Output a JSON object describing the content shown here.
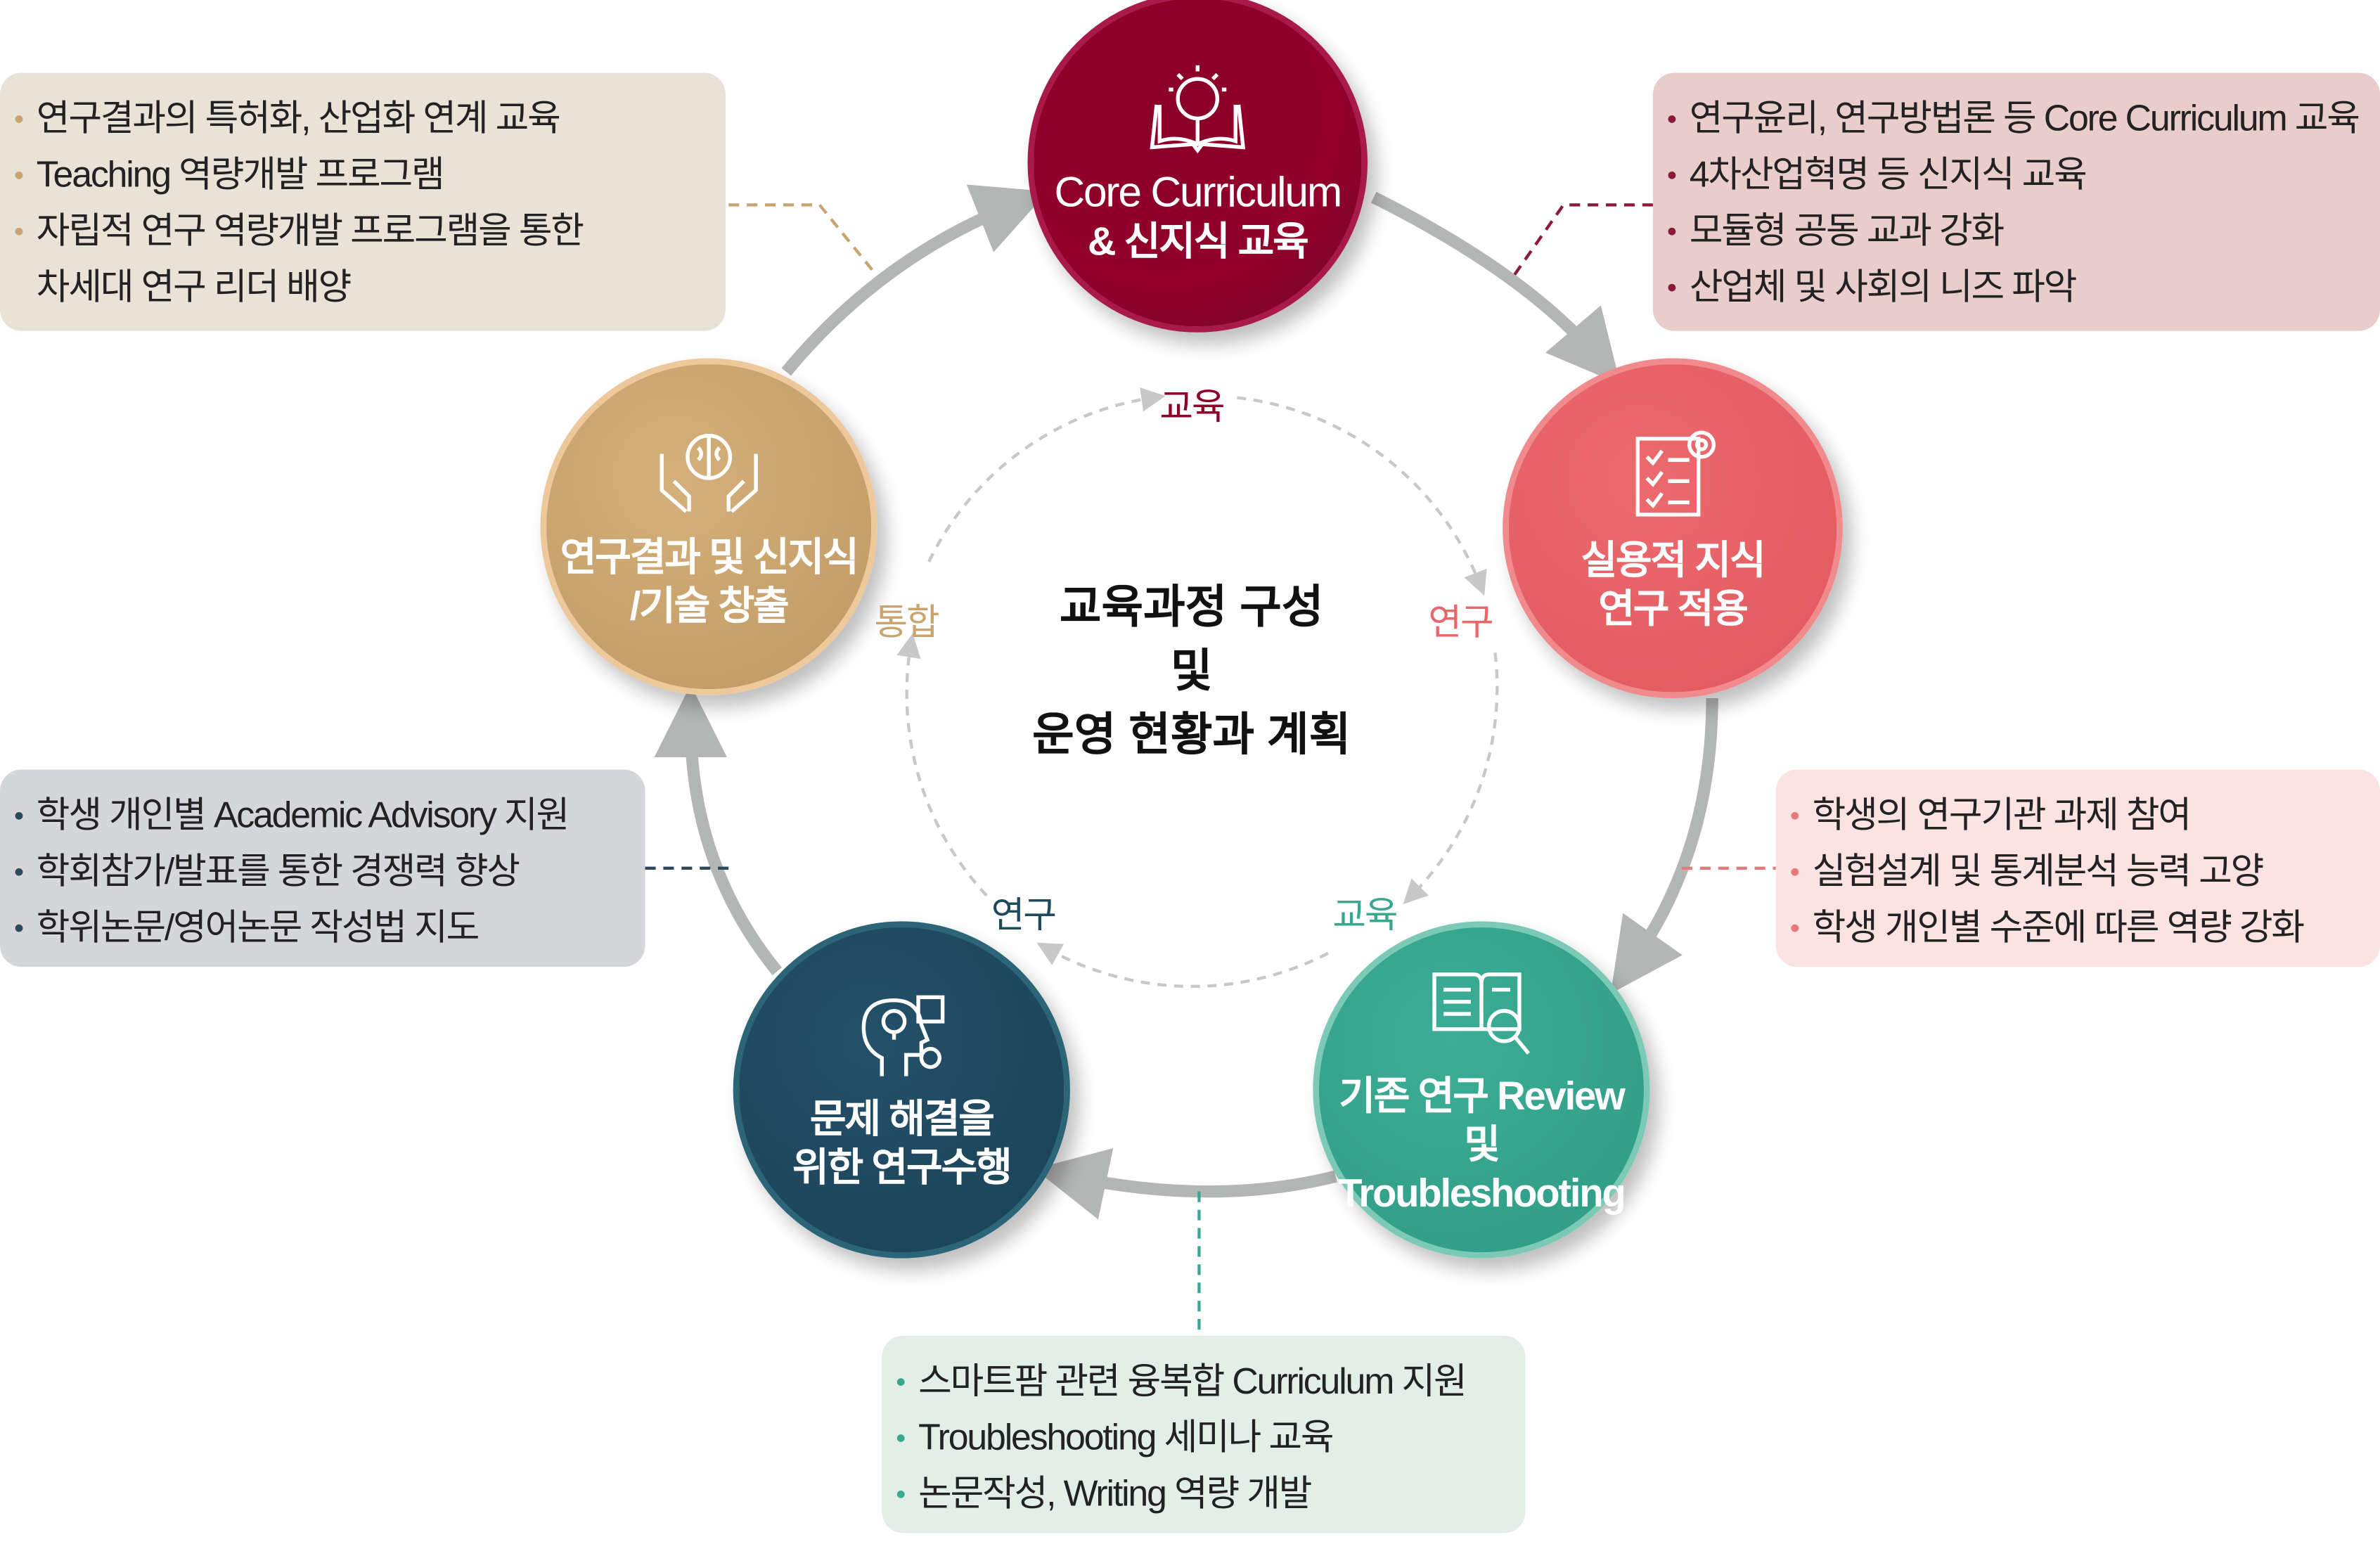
{
  "center_title": [
    "교육과정 구성",
    "및",
    "운영 현황과 계획"
  ],
  "nodes": {
    "core": {
      "lines": [
        "Core Curriculum",
        "& 신지식 교육"
      ],
      "icon": "book-brain-icon",
      "color": "#8f0028"
    },
    "applied": {
      "lines": [
        "실용적 지식",
        "연구 적용"
      ],
      "icon": "checklist-gear-icon",
      "color": "#e8676b"
    },
    "review": {
      "lines": [
        "기존 연구 Review 및",
        "Troubleshooting"
      ],
      "icon": "book-magnifier-icon",
      "color": "#3aa690"
    },
    "solve": {
      "lines": [
        "문제 해결을",
        "위한 연구수행"
      ],
      "icon": "head-idea-icon",
      "color": "#1f4a5e"
    },
    "create": {
      "lines": [
        "연구결과 및 신지식",
        "/기술 창출"
      ],
      "icon": "hands-brain-icon",
      "color": "#c9a46e"
    }
  },
  "inner_labels": {
    "top": "교육",
    "right": "연구",
    "bottom_right": "교육",
    "bottom_left": "연구",
    "left": "통합"
  },
  "boxes": {
    "top_left": [
      "연구결과의 특허화, 산업화 연계 교육",
      "Teaching 역량개발 프로그램",
      "자립적 연구 역량개발 프로그램을 통한",
      "차세대 연구 리더 배양"
    ],
    "top_right": [
      "연구윤리, 연구방법론 등 Core Curriculum 교육",
      "4차산업혁명 등 신지식 교육",
      "모듈형 공동 교과 강화",
      "산업체 및 사회의 니즈 파악"
    ],
    "mid_left": [
      "학생 개인별 Academic Advisory 지원",
      "학회참가/발표를 통한 경쟁력 향상",
      "학위논문/영어논문 작성법 지도"
    ],
    "mid_right": [
      "학생의 연구기관 과제 참여",
      "실험설계 및 통계분석 능력 고양",
      "학생 개인별 수준에 따른 역량 강화"
    ],
    "bottom": [
      "스마트팜 관련 융복합 Curriculum 지원",
      "Troubleshooting 세미나 교육",
      "논문작성, Writing 역량 개발"
    ]
  }
}
